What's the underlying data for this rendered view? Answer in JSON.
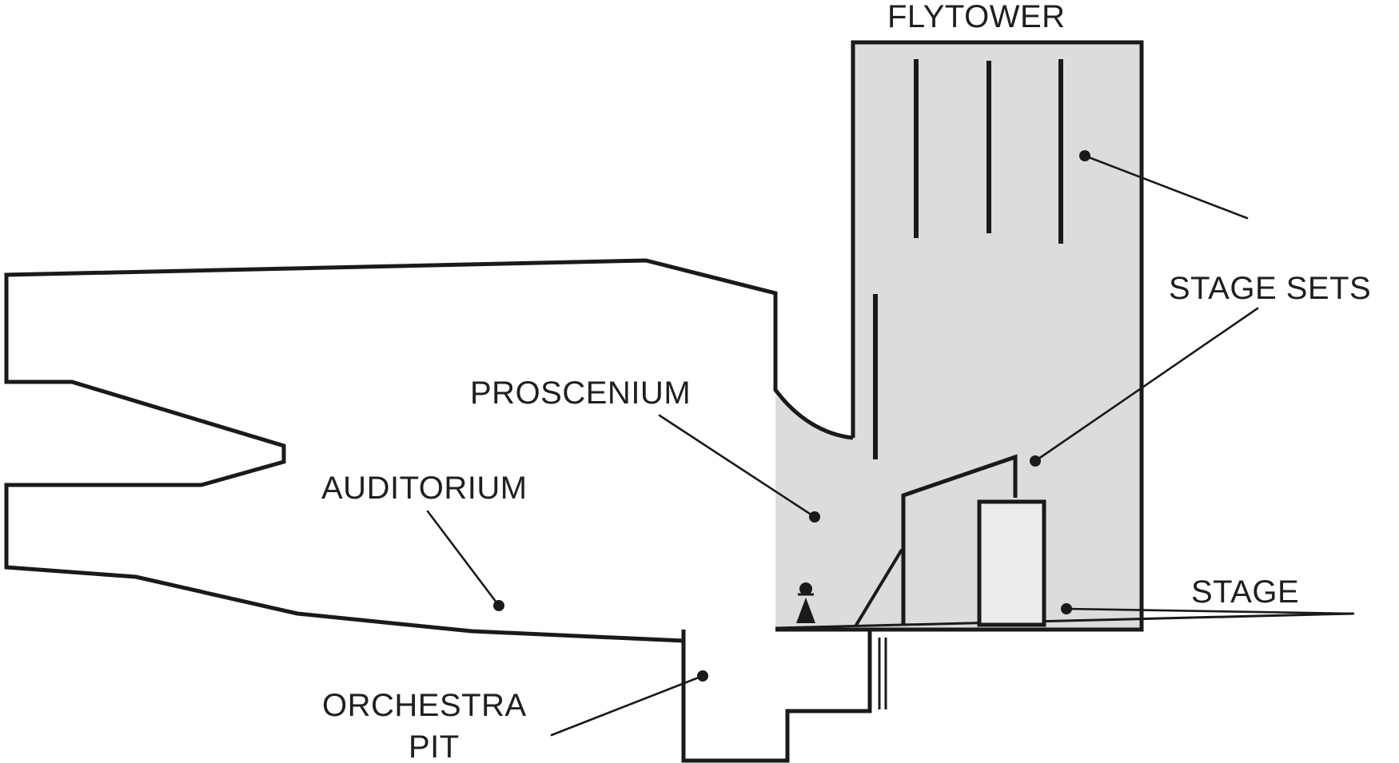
{
  "labels": {
    "flytower": "FLYTOWER",
    "stage_sets": "STAGE SETS",
    "proscenium": "PROSCENIUM",
    "auditorium": "AUDITORIUM",
    "stage": "STAGE",
    "orchestra_line1": "ORCHESTRA",
    "orchestra_line2": "PIT"
  },
  "colors": {
    "stroke": "#1a1a1a",
    "stage_fill": "#dcdcdc",
    "scenery_box_fill": "#ececec",
    "background": "#ffffff",
    "text": "#1f1f1f"
  }
}
